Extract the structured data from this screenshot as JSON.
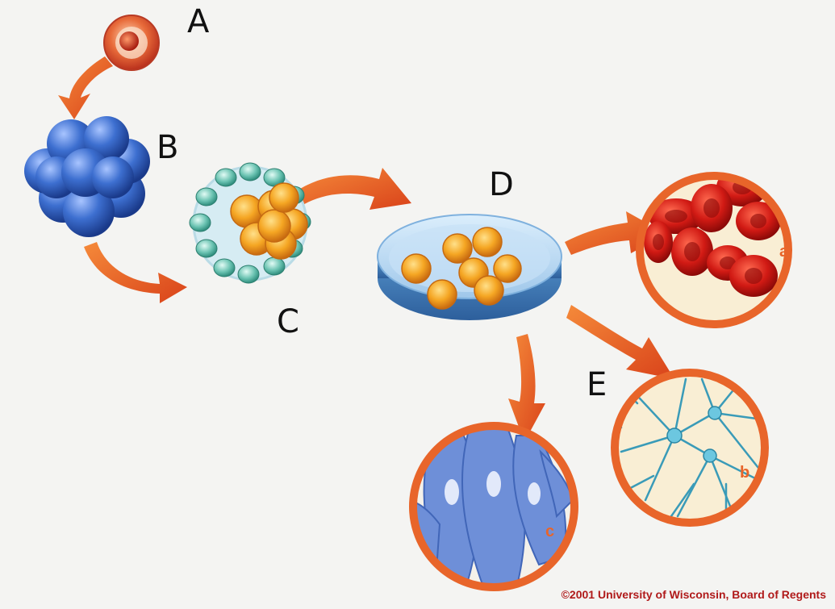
{
  "labels": {
    "stage_a": "A",
    "stage_b": "B",
    "stage_c": "C",
    "stage_d": "D",
    "stage_e": "E"
  },
  "insets": {
    "blood": "a",
    "nerve": "b",
    "muscle": "c"
  },
  "credit": "©2001 University of Wisconsin, Board of Regents",
  "colors": {
    "background": "#f4f4f2",
    "arrow": "#e8551f",
    "inset_ring": "#e8652a",
    "inset_fill": "#f9eed4",
    "morula": "#3b6fc6",
    "inner_cells": "#f5a623",
    "blood_cells": "#d11a14",
    "neurons": "#3a9bb8",
    "muscle": "#6e8fd8"
  }
}
